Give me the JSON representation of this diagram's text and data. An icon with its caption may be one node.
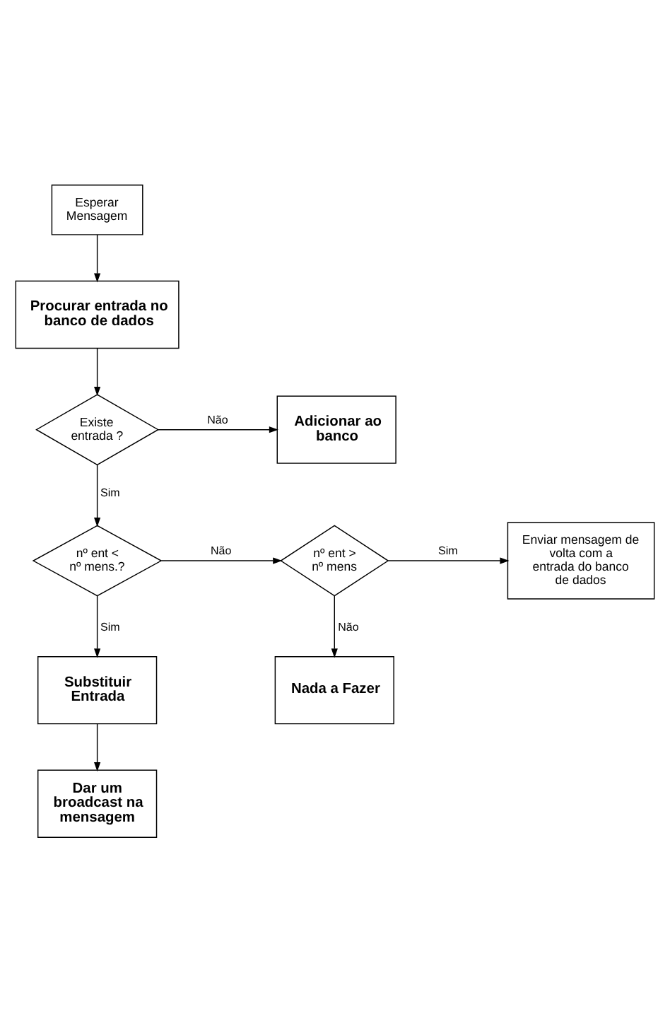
{
  "diagram": {
    "nodes": [
      {
        "text": [
          "Esperar Mensagem"
        ]
      },
      {
        "text": [
          "Procurar entrada no banco de dados"
        ]
      },
      {
        "text": [
          "Existe entrada ?"
        ]
      },
      {
        "text": [
          "Adicionar ao banco"
        ]
      },
      {
        "text": [
          "nº ent < nº mens.?"
        ]
      },
      {
        "text": [
          "nº ent > nº mens"
        ]
      },
      {
        "text": [
          "Enviar mensagem de volta com a entrada do banco de dados"
        ]
      },
      {
        "text": [
          "Substituir Entrada"
        ]
      },
      {
        "text": [
          "Nada a Fazer"
        ]
      },
      {
        "text": [
          "Dar um broadcast na mensagem"
        ]
      }
    ],
    "edges": [
      {
        "from": 0,
        "to": 1,
        "arrow": "to"
      },
      {
        "from": 1,
        "to": 2,
        "arrow": "to"
      },
      {
        "from": 2,
        "to": 3,
        "arrow": "to",
        "label": "Não"
      },
      {
        "from": 2,
        "to": 4,
        "arrow": "to",
        "label": "Sim"
      },
      {
        "from": 4,
        "to": 5,
        "arrow": "to",
        "label": "Não"
      },
      {
        "from": 4,
        "to": 7,
        "arrow": "to",
        "label": "Sim"
      },
      {
        "from": 5,
        "to": 6,
        "arrow": "to",
        "label": "Sim"
      },
      {
        "from": 5,
        "to": 8,
        "arrow": "to",
        "label": "Não"
      },
      {
        "from": 7,
        "to": 9,
        "arrow": "to"
      }
    ]
  }
}
